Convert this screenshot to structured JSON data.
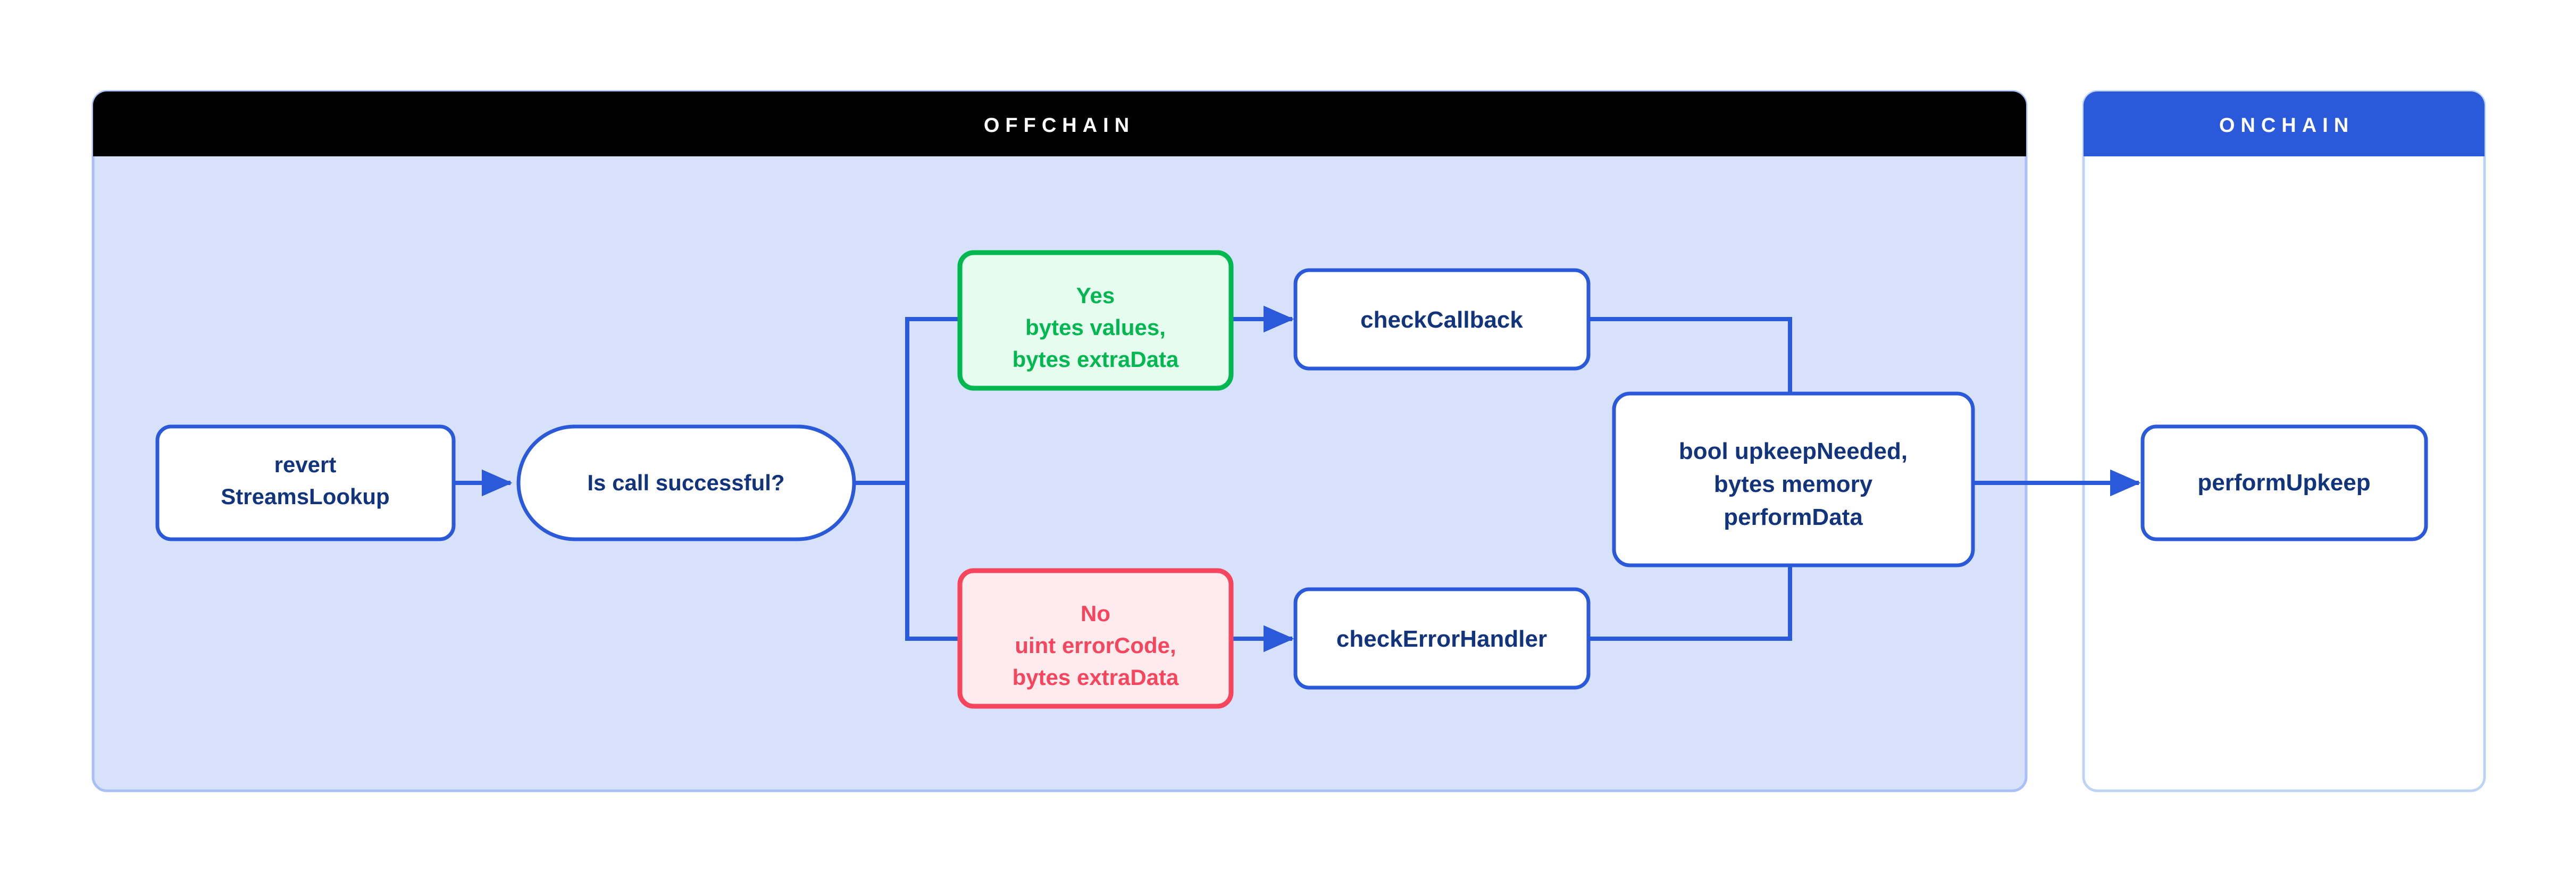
{
  "diagram": {
    "title_offchain": "OFFCHAIN",
    "title_onchain": "ONCHAIN",
    "colors": {
      "offchain_header_bg": "#000000",
      "offchain_body_bg": "#D7E2FA",
      "offchain_border": "#A8C0F5",
      "onchain_header_bg": "#2A5ADA",
      "onchain_body_bg": "#FFFFFF",
      "onchain_border": "#BFD3F7",
      "node_border_blue": "#2A5ADA",
      "node_text_navy": "#12347C",
      "node_fill_white": "#FFFFFF",
      "success_border": "#00B84F",
      "success_fill": "#E6FCEF",
      "success_text": "#00B84F",
      "error_border": "#F7455D",
      "error_fill": "#FDEBEE",
      "error_text": "#F7455D",
      "connector": "#2A5ADA",
      "header_text": "#FFFFFF"
    },
    "panels": [
      {
        "id": "offchain",
        "label": "OFFCHAIN"
      },
      {
        "id": "onchain",
        "label": "ONCHAIN"
      }
    ],
    "nodes": [
      {
        "id": "revert-streamslookup",
        "shape": "rounded-rect",
        "style": "blue",
        "lines": [
          "revert",
          "StreamsLookup"
        ]
      },
      {
        "id": "is-call-successful",
        "shape": "pill",
        "style": "blue",
        "lines": [
          "Is call successful?"
        ]
      },
      {
        "id": "yes-branch",
        "shape": "rounded-rect",
        "style": "success",
        "lines": [
          "Yes",
          "bytes values,",
          "bytes extraData"
        ]
      },
      {
        "id": "no-branch",
        "shape": "rounded-rect",
        "style": "error",
        "lines": [
          "No",
          "uint errorCode,",
          "bytes extraData"
        ]
      },
      {
        "id": "check-callback",
        "shape": "rounded-rect",
        "style": "blue",
        "lines": [
          "checkCallback"
        ]
      },
      {
        "id": "check-error-handler",
        "shape": "rounded-rect",
        "style": "blue",
        "lines": [
          "checkErrorHandler"
        ]
      },
      {
        "id": "upkeep-result",
        "shape": "rounded-rect",
        "style": "blue",
        "lines": [
          "bool upkeepNeeded,",
          "bytes memory",
          "performData"
        ]
      },
      {
        "id": "perform-upkeep",
        "shape": "rounded-rect",
        "style": "blue",
        "lines": [
          "performUpkeep"
        ]
      }
    ],
    "edges": [
      {
        "from": "revert-streamslookup",
        "to": "is-call-successful",
        "arrow": true
      },
      {
        "from": "is-call-successful",
        "to": "yes-branch",
        "arrow": false
      },
      {
        "from": "is-call-successful",
        "to": "no-branch",
        "arrow": false
      },
      {
        "from": "yes-branch",
        "to": "check-callback",
        "arrow": true
      },
      {
        "from": "no-branch",
        "to": "check-error-handler",
        "arrow": true
      },
      {
        "from": "check-callback",
        "to": "upkeep-result",
        "arrow": false
      },
      {
        "from": "check-error-handler",
        "to": "upkeep-result",
        "arrow": false
      },
      {
        "from": "upkeep-result",
        "to": "perform-upkeep",
        "arrow": true
      }
    ],
    "labels": {
      "revert_l1": "revert",
      "revert_l2": "StreamsLookup",
      "decision": "Is call successful?",
      "yes_l1": "Yes",
      "yes_l2": "bytes values,",
      "yes_l3": "bytes extraData",
      "no_l1": "No",
      "no_l2": "uint errorCode,",
      "no_l3": "bytes extraData",
      "check_callback": "checkCallback",
      "check_error_handler": "checkErrorHandler",
      "upkeep_l1": "bool upkeepNeeded,",
      "upkeep_l2": "bytes memory",
      "upkeep_l3": "performData",
      "perform_upkeep": "performUpkeep"
    }
  }
}
